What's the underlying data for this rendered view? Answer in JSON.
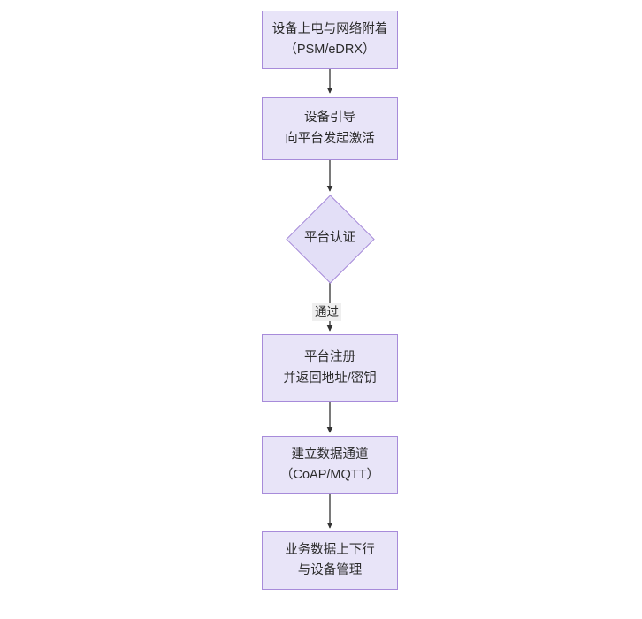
{
  "diagram": {
    "type": "flowchart",
    "orientation": "top-to-bottom",
    "background_color": "#ffffff",
    "node_fill_color": "#e8e4f8",
    "node_border_color": "#a78bda",
    "edge_color": "#333333",
    "edge_label_background": "#efefef",
    "nodes": [
      {
        "id": "power-on",
        "shape": "rectangle",
        "lines": [
          "设备上电与网络附着",
          "（PSM/eDRX）"
        ]
      },
      {
        "id": "bootstrap",
        "shape": "rectangle",
        "lines": [
          "设备引导",
          "向平台发起激活"
        ]
      },
      {
        "id": "auth",
        "shape": "diamond",
        "lines": [
          "平台认证"
        ]
      },
      {
        "id": "register",
        "shape": "rectangle",
        "lines": [
          "平台注册",
          "并返回地址/密钥"
        ]
      },
      {
        "id": "channel",
        "shape": "rectangle",
        "lines": [
          "建立数据通道",
          "（CoAP/MQTT）"
        ]
      },
      {
        "id": "data-exchange",
        "shape": "rectangle",
        "lines": [
          "业务数据上下行",
          "与设备管理"
        ]
      }
    ],
    "edges": [
      {
        "from": "power-on",
        "to": "bootstrap",
        "label": ""
      },
      {
        "from": "bootstrap",
        "to": "auth",
        "label": ""
      },
      {
        "from": "auth",
        "to": "register",
        "label": "通过"
      },
      {
        "from": "register",
        "to": "channel",
        "label": ""
      },
      {
        "from": "channel",
        "to": "data-exchange",
        "label": ""
      }
    ]
  }
}
